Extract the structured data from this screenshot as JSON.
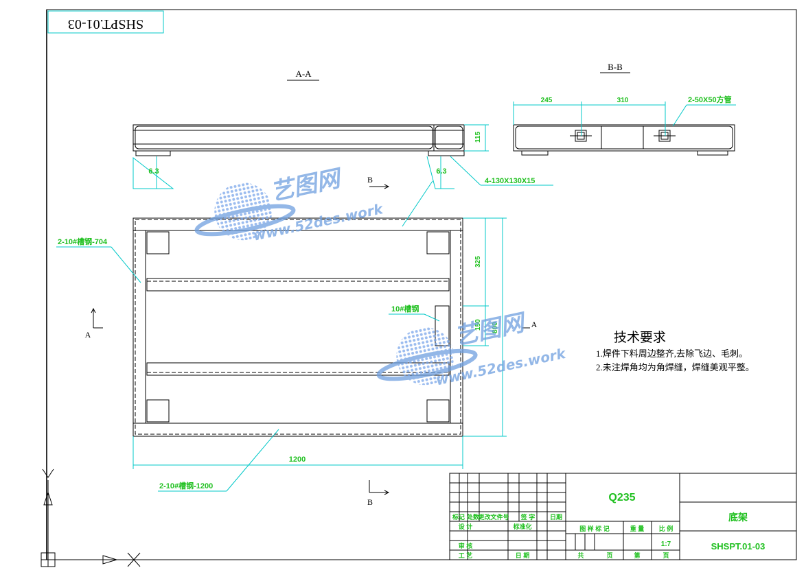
{
  "drawing_code_mirrored": "SHSPT.01-03",
  "views": {
    "section_aa": "A-A",
    "section_bb": "B-B"
  },
  "dimensions": {
    "aa_height": "115",
    "bb_left": "245",
    "bb_mid": "310",
    "plan_325": "325",
    "plan_150": "150",
    "plan_800": "800",
    "plan_1200": "1200"
  },
  "weld_symbols": {
    "left": "6.3",
    "right": "6.3"
  },
  "callouts": {
    "square_tube": "2-50X50方管",
    "foot_plate": "4-130X130X15",
    "channel_704": "2-10#槽钢-704",
    "channel_10": "10#槽钢",
    "channel_1200": "2-10#槽钢-1200"
  },
  "section_markers": {
    "b_top": "B",
    "b_bottom": "B",
    "a_left": "A",
    "a_right": "A"
  },
  "tech_requirements": {
    "heading": "技术要求",
    "items": [
      "1.焊件下料周边整齐,去除飞边、毛刺。",
      "2.未注焊角均为角焊缝，焊缝美观平整。"
    ]
  },
  "title_block": {
    "material": "Q235",
    "part_name": "底架",
    "drawing_no": "SHSPT.01-03",
    "scale_value": "1:7",
    "headers": {
      "mark": "标记",
      "count": "处数",
      "change_doc": "更改文件号",
      "signature": "签 字",
      "date": "日期",
      "design": "设 计",
      "standardize": "标准化",
      "review": "审 核",
      "process": "工 艺",
      "date2": "日 期",
      "stage_mark": "图 样 标 记",
      "weight": "重 量",
      "scale": "比 例",
      "total": "共",
      "page": "页",
      "sheet": "第",
      "page2": "页"
    }
  },
  "watermarks": {
    "brand": "艺图网",
    "url": "www.52des.work"
  },
  "colors": {
    "dimension": "#00c8c8",
    "annotation_text": "#20c020",
    "watermark": "#6fa0e0"
  }
}
